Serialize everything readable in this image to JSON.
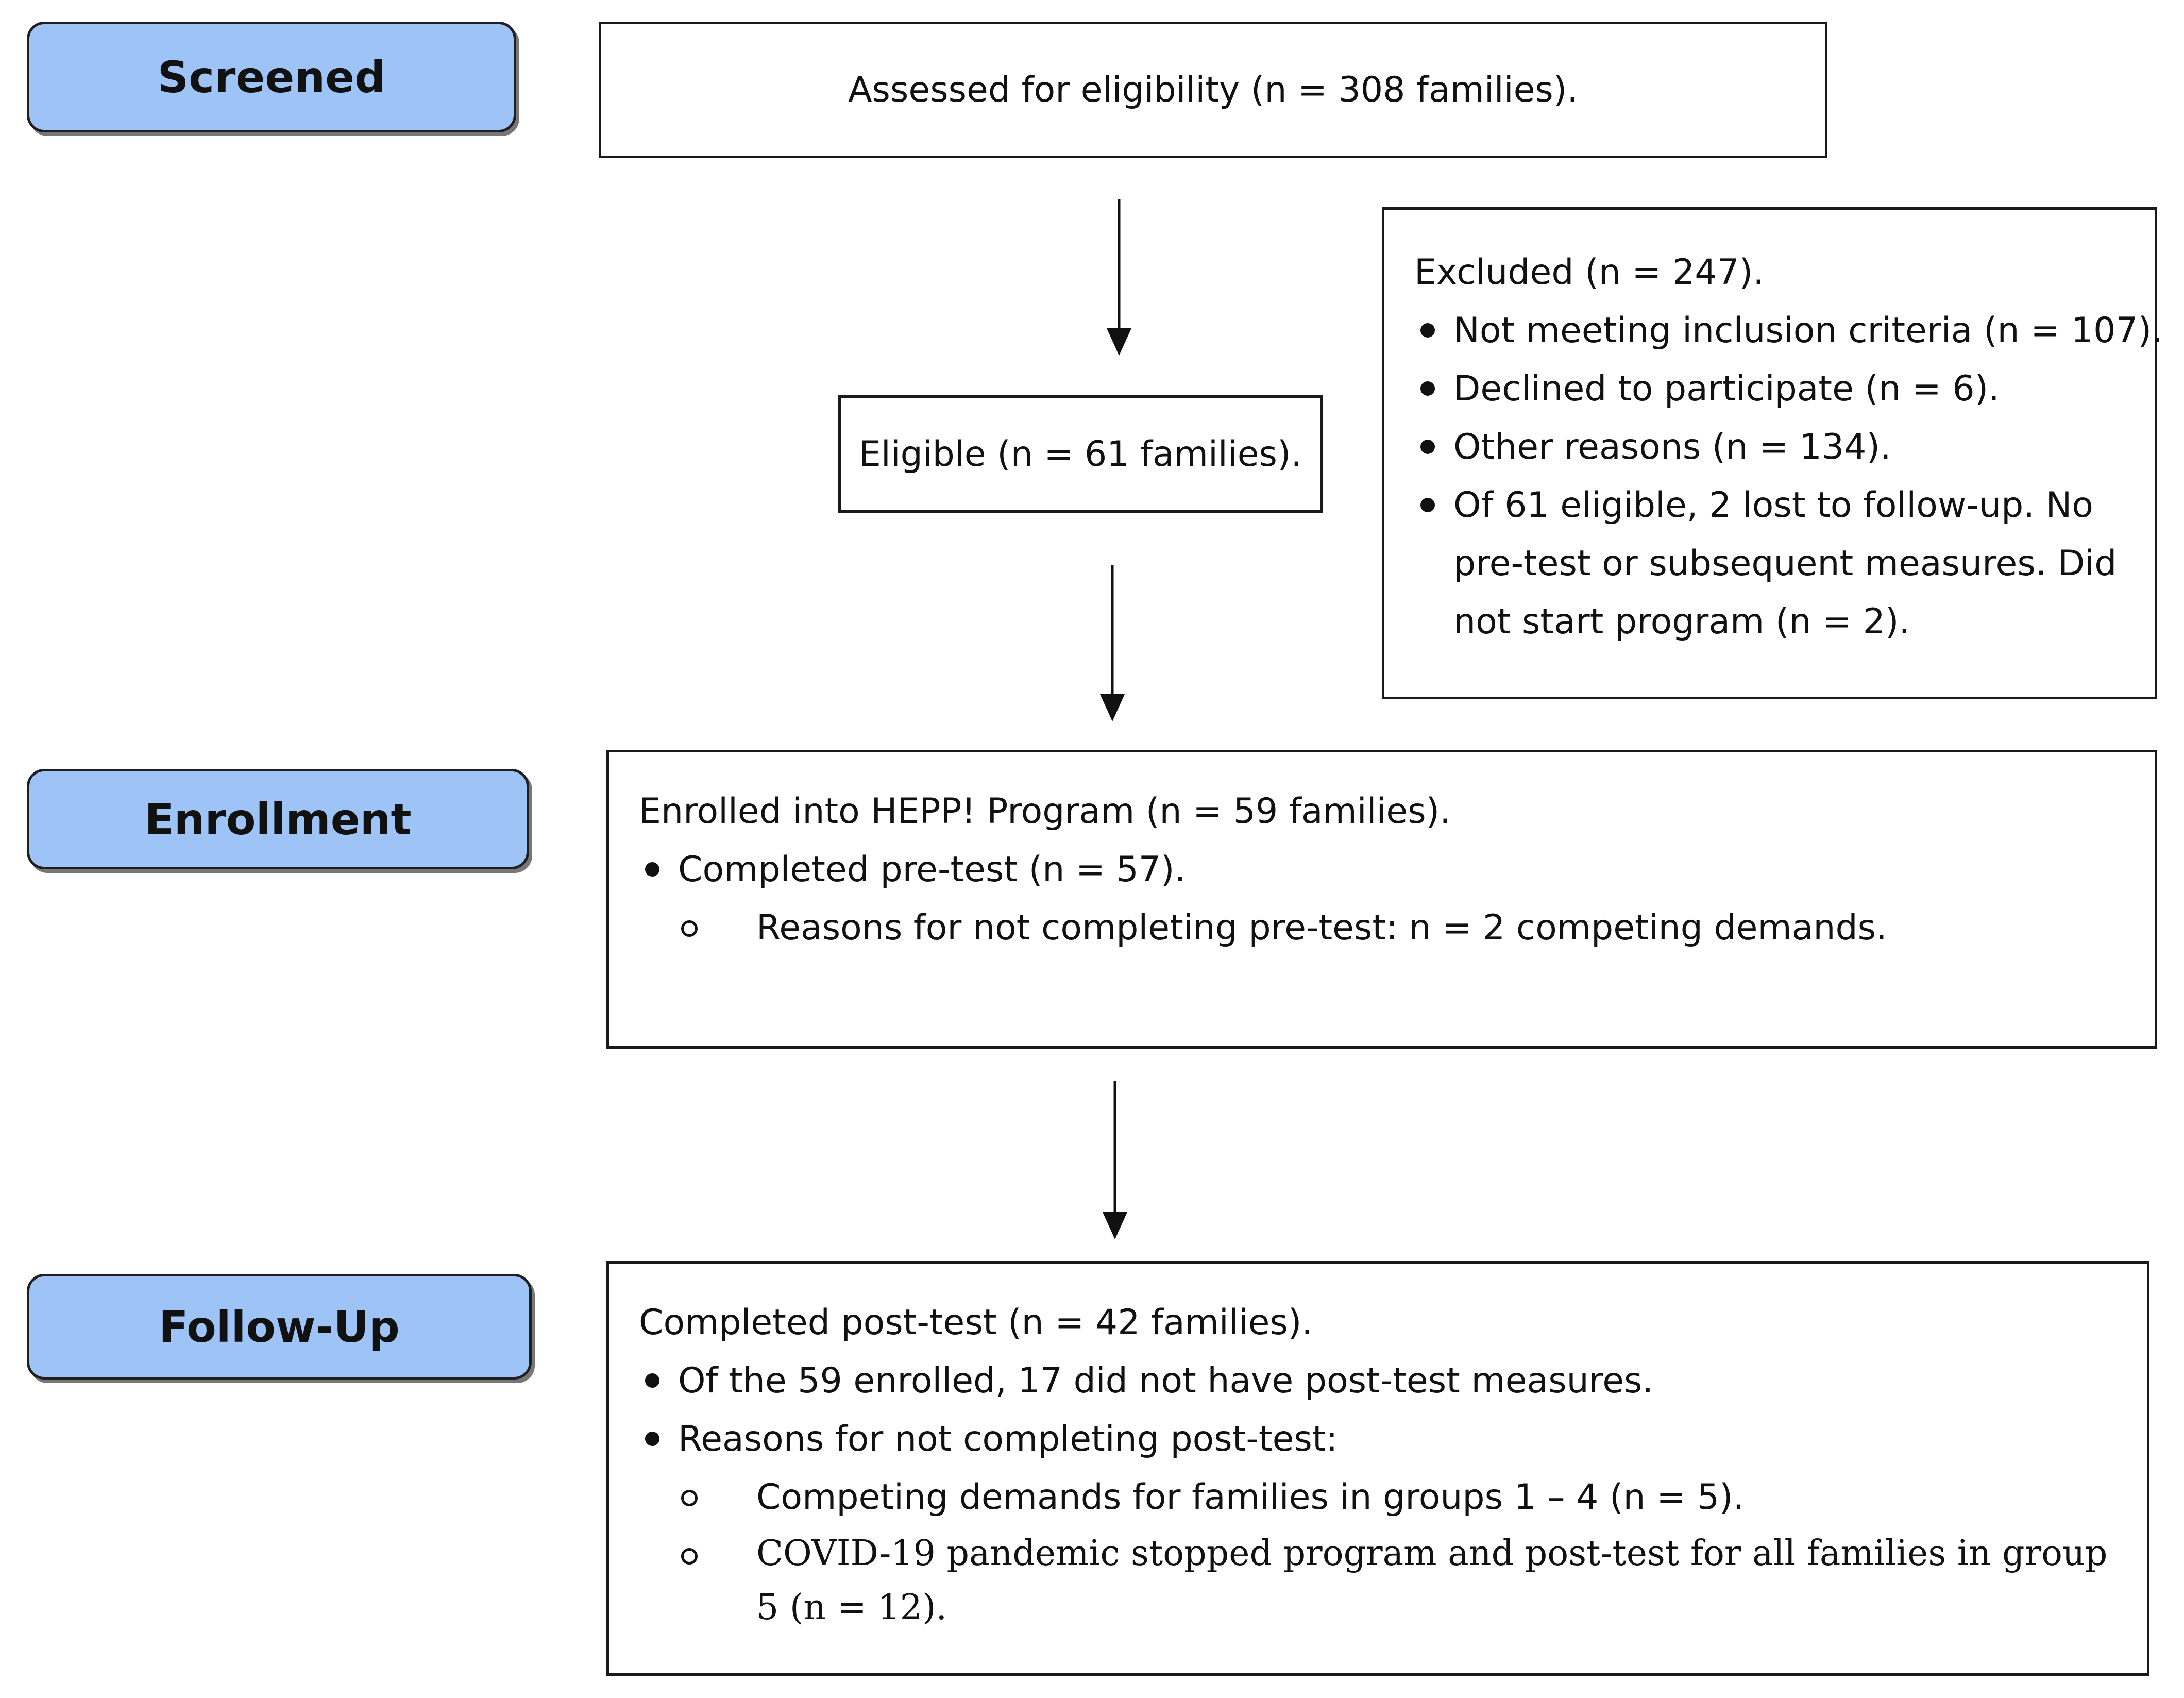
{
  "stages": {
    "screened": "Screened",
    "enrollment": "Enrollment",
    "follow_up": "Follow-Up"
  },
  "assessed": "Assessed for eligibility (n = 308 families).",
  "eligible": "Eligible (n = 61 families).",
  "excluded": {
    "title": "Excluded (n = 247).",
    "items": [
      "Not meeting inclusion criteria (n = 107).",
      "Declined to participate (n = 6).",
      "Other reasons (n = 134).",
      "Of 61 eligible, 2 lost to follow-up. No pre-test or subsequent measures. Did not start program (n = 2)."
    ]
  },
  "enrolled": {
    "title": "Enrolled into HEPP! Program (n = 59 families).",
    "bullet": "Completed pre-test (n = 57).",
    "sub": "Reasons for not completing pre-test: n = 2 competing demands."
  },
  "followup": {
    "title": "Completed post-test (n = 42 families).",
    "bullets": [
      "Of the 59 enrolled, 17 did not have post-test measures.",
      "Reasons for not completing post-test:"
    ],
    "subs": [
      "Competing demands for families in groups 1 – 4 (n = 5).",
      "COVID-19 pandemic stopped program and post-test for all families in group 5 (n = 12)."
    ]
  }
}
